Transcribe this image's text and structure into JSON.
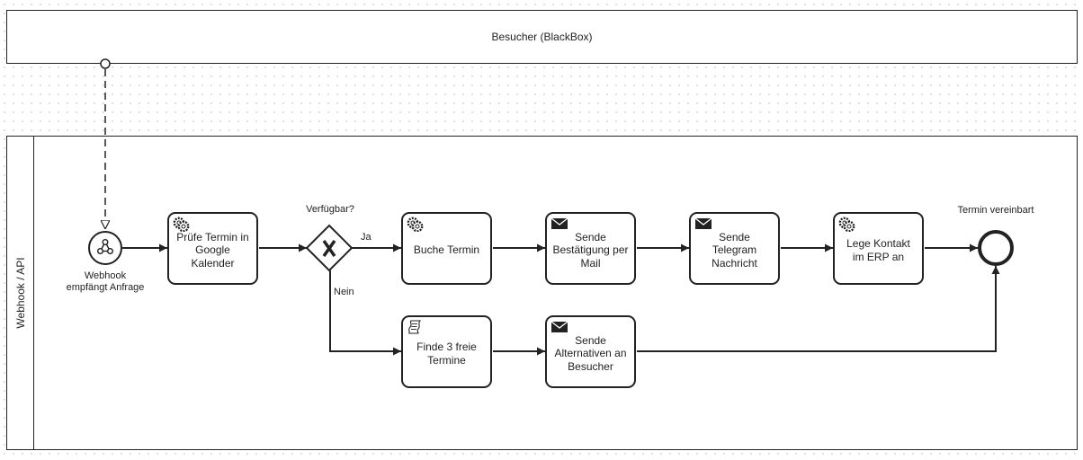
{
  "pools": {
    "visitor": {
      "label": "Besucher (BlackBox)"
    },
    "webhook": {
      "lane_label": "Webhook / API"
    }
  },
  "events": {
    "start": {
      "label_line1": "Webhook",
      "label_line2": "empfängt Anfrage",
      "icon": "webhook-icon"
    },
    "end": {
      "label": "Termin vereinbart"
    }
  },
  "gateway": {
    "label": "Verfügbar?",
    "yes": "Ja",
    "no": "Nein",
    "icon": "exclusive-gateway-x-icon"
  },
  "tasks": {
    "check": {
      "line1": "Prüfe Termin in",
      "line2": "Google",
      "line3": "Kalender",
      "icon": "service-task-gear-icon"
    },
    "book": {
      "line1": "Buche Termin",
      "icon": "service-task-gear-icon"
    },
    "mail": {
      "line1": "Sende",
      "line2": "Bestätigung per",
      "line3": "Mail",
      "icon": "send-message-envelope-icon"
    },
    "telegram": {
      "line1": "Sende",
      "line2": "Telegram",
      "line3": "Nachricht",
      "icon": "send-message-envelope-icon"
    },
    "erp": {
      "line1": "Lege Kontakt",
      "line2": "im ERP an",
      "icon": "service-task-gear-icon"
    },
    "find": {
      "line1": "Finde 3 freie",
      "line2": "Termine",
      "icon": "script-task-icon"
    },
    "alt": {
      "line1": "Sende",
      "line2": "Alternativen an",
      "line3": "Besucher",
      "icon": "send-message-envelope-icon"
    }
  },
  "colors": {
    "stroke": "#222222",
    "background": "#ffffff",
    "grid_dots": "#d6d6d6"
  }
}
